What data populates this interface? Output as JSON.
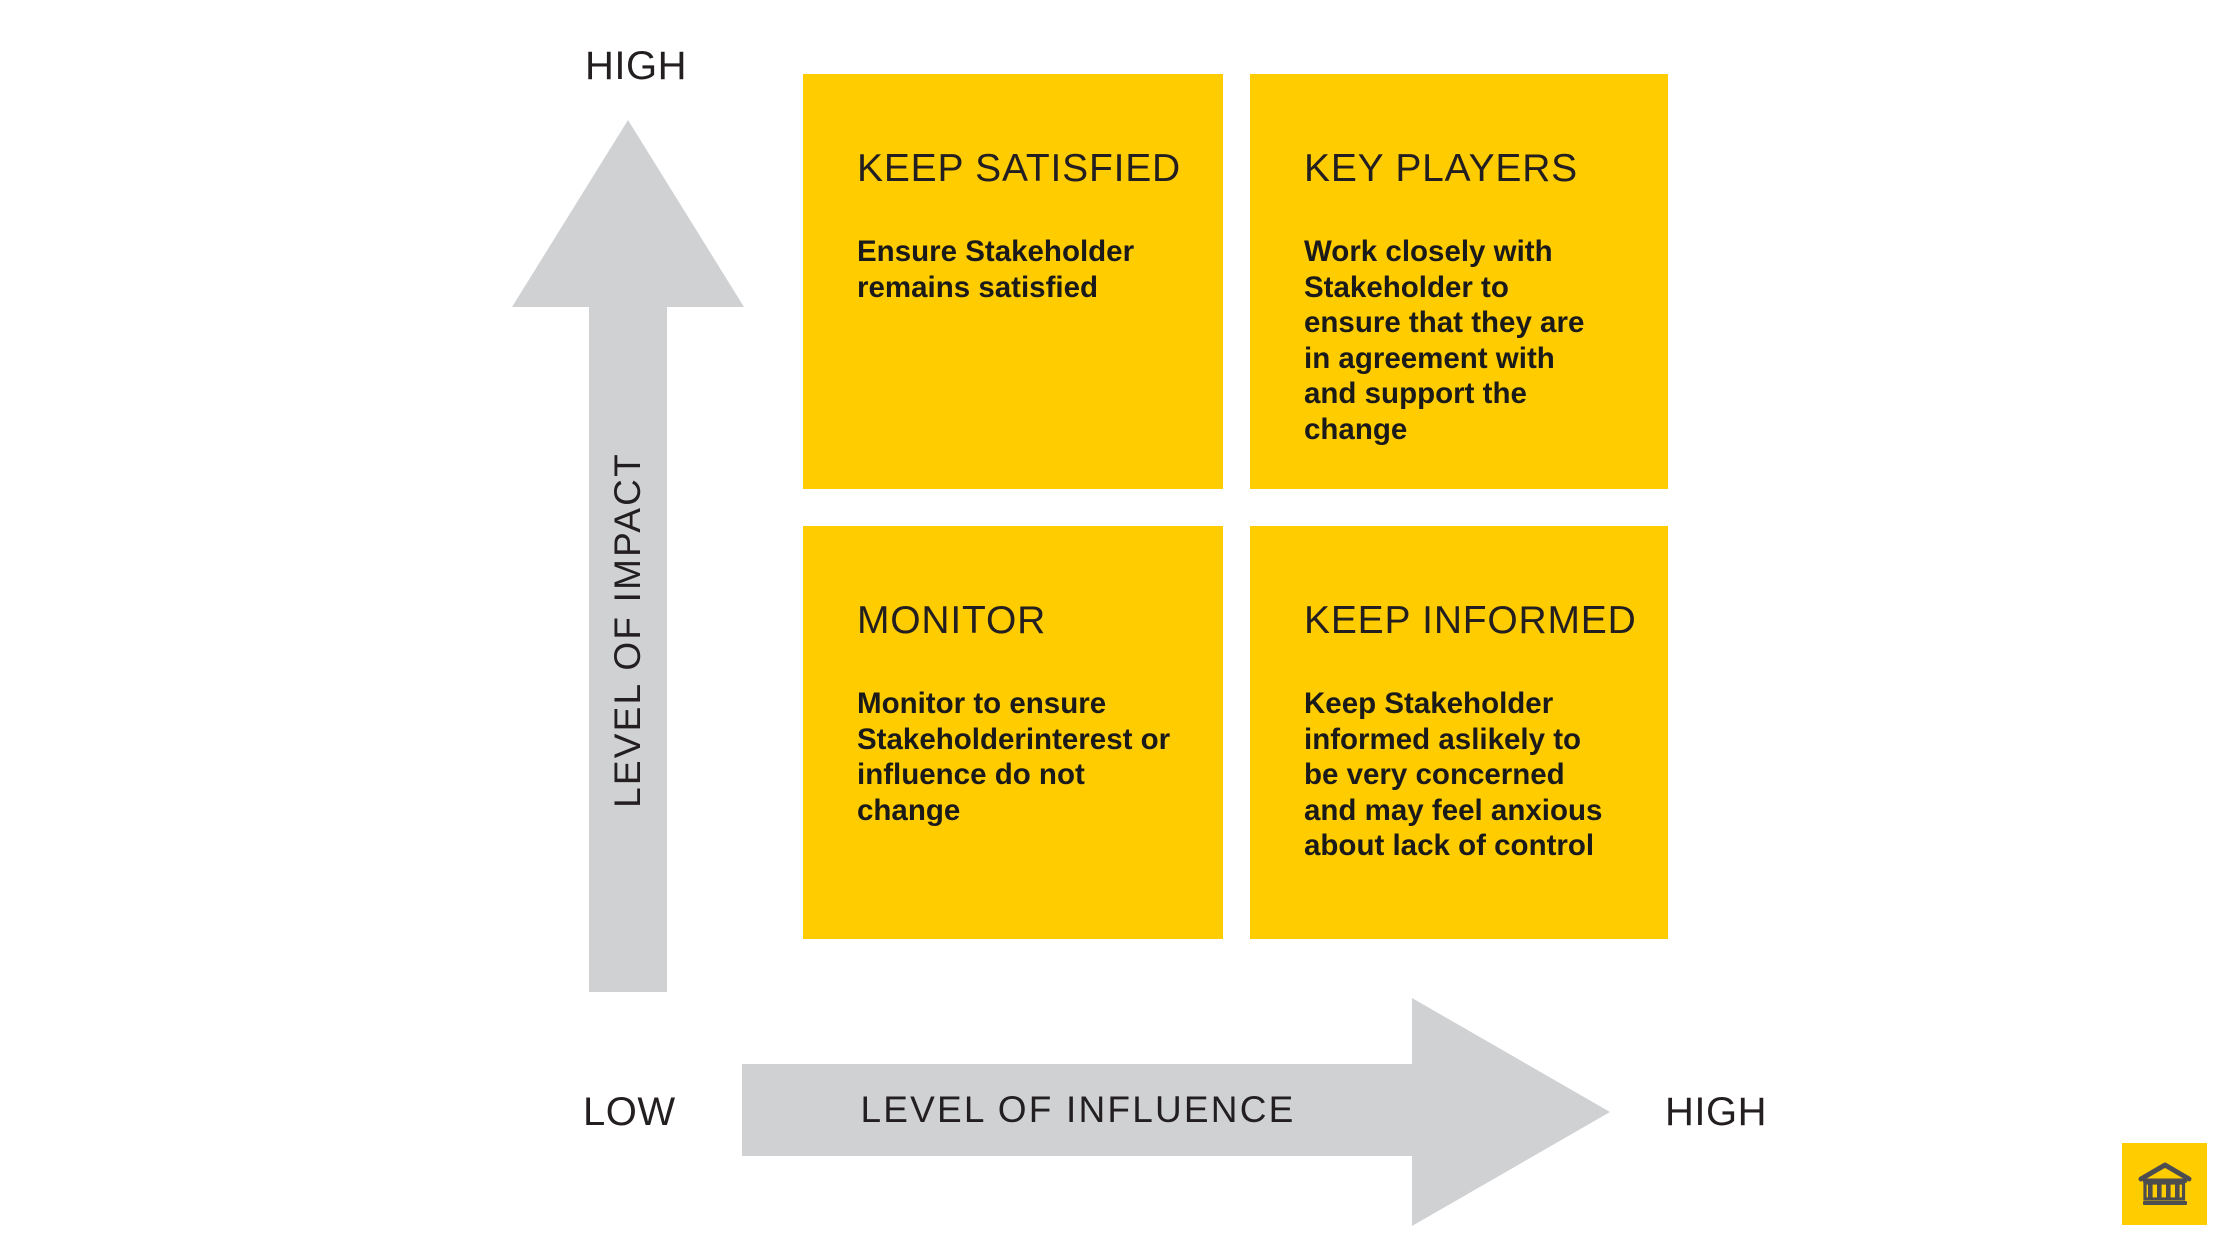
{
  "colors": {
    "accent_yellow": "#FFCC00",
    "arrow_gray": "#D0D1D3",
    "text_dark": "#231F20",
    "logo_icon": "#4D4D4F",
    "background": "#FFFFFF"
  },
  "axes": {
    "vertical": {
      "label": "LEVEL OF IMPACT",
      "high_cap": "HIGH",
      "icon": "up-arrow-icon"
    },
    "horizontal": {
      "label": "LEVEL OF INFLUENCE",
      "low_cap": "LOW",
      "high_cap": "HIGH",
      "icon": "right-arrow-icon"
    }
  },
  "quadrants": [
    {
      "key": "keep-satisfied",
      "title": "KEEP SATISFIED",
      "body": "Ensure Stakeholder remains satisfied",
      "position": "top-left",
      "impact": "HIGH",
      "influence": "LOW"
    },
    {
      "key": "key-players",
      "title": "KEY PLAYERS",
      "body": "Work closely with Stakeholder to ensure that they are in agreement with and support the change",
      "position": "top-right",
      "impact": "HIGH",
      "influence": "HIGH"
    },
    {
      "key": "monitor",
      "title": "MONITOR",
      "body": "Monitor to ensure Stakeholderinterest or influence do not change",
      "position": "bottom-left",
      "impact": "LOW",
      "influence": "LOW"
    },
    {
      "key": "keep-informed",
      "title": "KEEP INFORMED",
      "body": "Keep Stakeholder informed aslikely to be very concerned and may feel anxious about lack of control",
      "position": "bottom-right",
      "impact": "LOW",
      "influence": "HIGH"
    }
  ],
  "logo": {
    "icon": "bank-building-icon"
  }
}
